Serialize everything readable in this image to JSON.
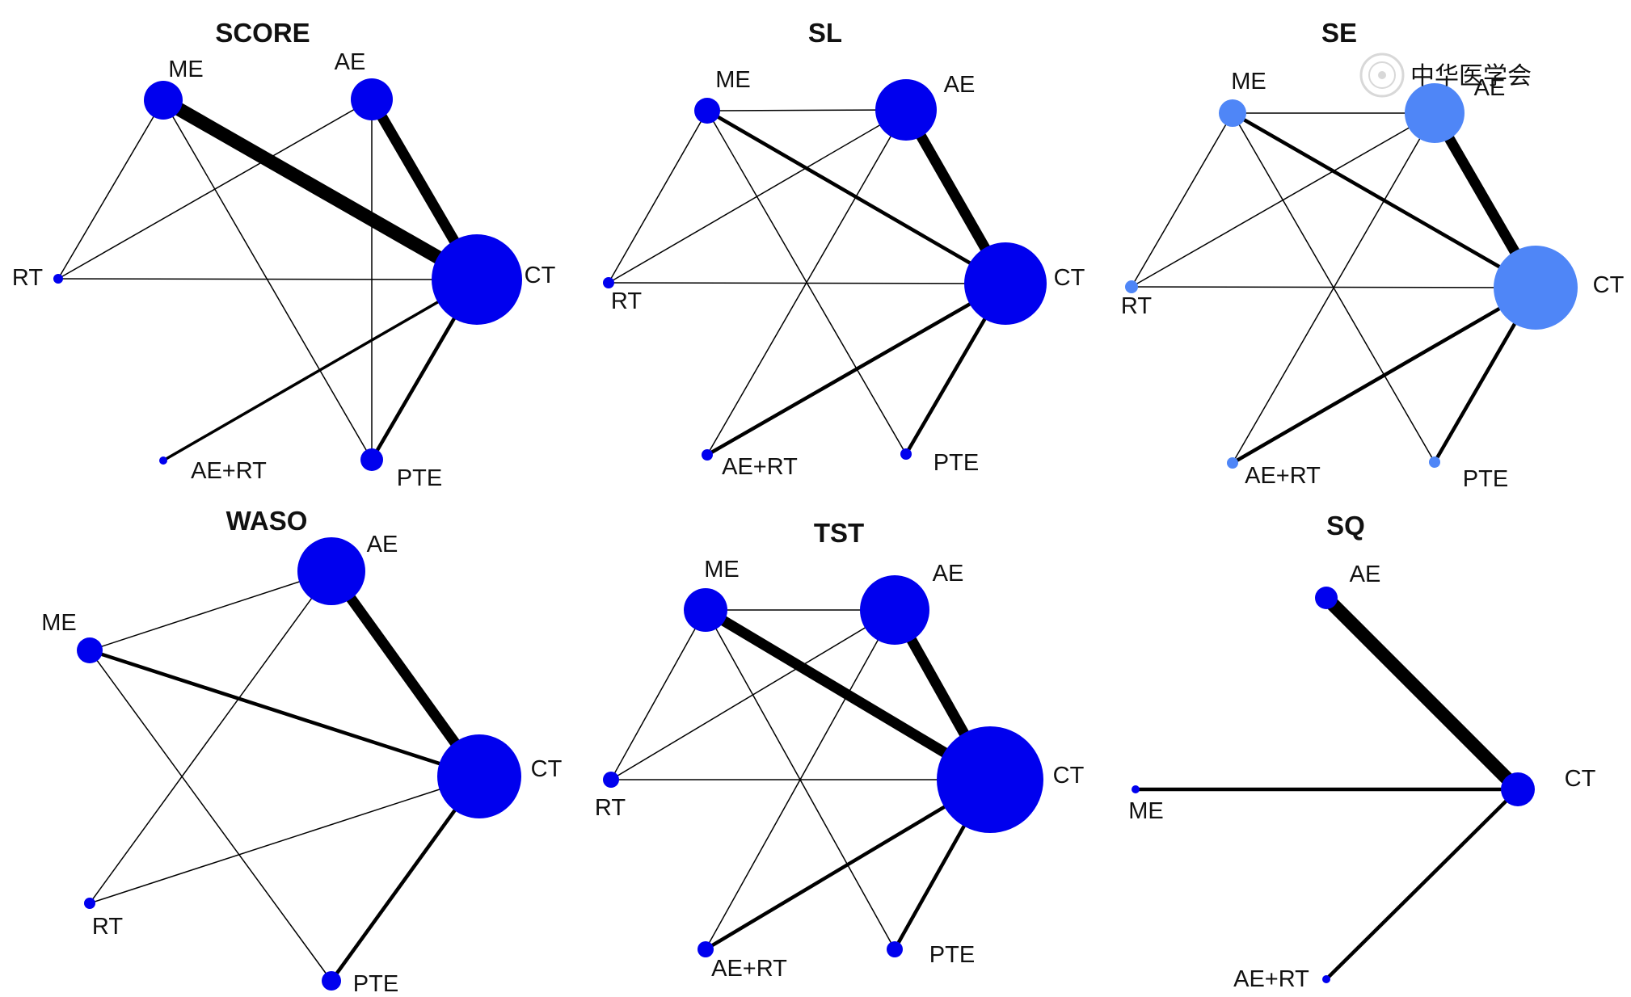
{
  "colors": {
    "dark_node": "#0000ee",
    "light_node": "#4f86f7",
    "edge": "#000000",
    "watermark": "#d8d8d8"
  },
  "watermark": {
    "text": "中华医学会",
    "icon": "seal-icon"
  },
  "panels": [
    {
      "id": "score",
      "title": "SCORE",
      "node_color": "dark",
      "nodes": [
        {
          "name": "ME",
          "label": "ME"
        },
        {
          "name": "AE",
          "label": "AE"
        },
        {
          "name": "RT",
          "label": "RT"
        },
        {
          "name": "CT",
          "label": "CT"
        },
        {
          "name": "AE+RT",
          "label": "AE+RT"
        },
        {
          "name": "PTE",
          "label": "PTE"
        }
      ],
      "edges": [
        {
          "from": "ME",
          "to": "CT",
          "weight": "very thick"
        },
        {
          "from": "AE",
          "to": "CT",
          "weight": "thick"
        },
        {
          "from": "PTE",
          "to": "CT",
          "weight": "medium"
        },
        {
          "from": "AE+RT",
          "to": "CT",
          "weight": "thin-medium"
        },
        {
          "from": "RT",
          "to": "CT",
          "weight": "thin"
        },
        {
          "from": "ME",
          "to": "RT",
          "weight": "thin"
        },
        {
          "from": "ME",
          "to": "PTE",
          "weight": "thin"
        },
        {
          "from": "AE",
          "to": "RT",
          "weight": "thin"
        },
        {
          "from": "AE",
          "to": "PTE",
          "weight": "thin"
        }
      ]
    },
    {
      "id": "sl",
      "title": "SL",
      "node_color": "dark",
      "nodes": [
        {
          "name": "ME",
          "label": "ME"
        },
        {
          "name": "AE",
          "label": "AE"
        },
        {
          "name": "RT",
          "label": "RT"
        },
        {
          "name": "CT",
          "label": "CT"
        },
        {
          "name": "AE+RT",
          "label": "AE+RT"
        },
        {
          "name": "PTE",
          "label": "PTE"
        }
      ],
      "edges": [
        {
          "from": "AE",
          "to": "CT",
          "weight": "thick"
        },
        {
          "from": "ME",
          "to": "CT",
          "weight": "medium"
        },
        {
          "from": "AE+RT",
          "to": "CT",
          "weight": "medium"
        },
        {
          "from": "PTE",
          "to": "CT",
          "weight": "medium"
        },
        {
          "from": "ME",
          "to": "AE",
          "weight": "thin"
        },
        {
          "from": "ME",
          "to": "RT",
          "weight": "thin"
        },
        {
          "from": "ME",
          "to": "PTE",
          "weight": "thin"
        },
        {
          "from": "AE",
          "to": "RT",
          "weight": "thin"
        },
        {
          "from": "AE",
          "to": "AE+RT",
          "weight": "thin"
        },
        {
          "from": "RT",
          "to": "CT",
          "weight": "thin"
        }
      ]
    },
    {
      "id": "se",
      "title": "SE",
      "node_color": "light",
      "nodes": [
        {
          "name": "ME",
          "label": "ME"
        },
        {
          "name": "AE",
          "label": "AE"
        },
        {
          "name": "RT",
          "label": "RT"
        },
        {
          "name": "CT",
          "label": "CT"
        },
        {
          "name": "AE+RT",
          "label": "AE+RT"
        },
        {
          "name": "PTE",
          "label": "PTE"
        }
      ],
      "edges": [
        {
          "from": "AE",
          "to": "CT",
          "weight": "thick"
        },
        {
          "from": "ME",
          "to": "CT",
          "weight": "medium"
        },
        {
          "from": "AE+RT",
          "to": "CT",
          "weight": "medium"
        },
        {
          "from": "PTE",
          "to": "CT",
          "weight": "medium"
        },
        {
          "from": "ME",
          "to": "AE",
          "weight": "thin"
        },
        {
          "from": "ME",
          "to": "RT",
          "weight": "thin"
        },
        {
          "from": "ME",
          "to": "PTE",
          "weight": "thin"
        },
        {
          "from": "AE",
          "to": "RT",
          "weight": "thin"
        },
        {
          "from": "AE",
          "to": "AE+RT",
          "weight": "thin"
        },
        {
          "from": "RT",
          "to": "CT",
          "weight": "thin"
        }
      ]
    },
    {
      "id": "waso",
      "title": "WASO",
      "node_color": "dark",
      "nodes": [
        {
          "name": "ME",
          "label": "ME"
        },
        {
          "name": "AE",
          "label": "AE"
        },
        {
          "name": "RT",
          "label": "RT"
        },
        {
          "name": "CT",
          "label": "CT"
        },
        {
          "name": "PTE",
          "label": "PTE"
        }
      ],
      "edges": [
        {
          "from": "AE",
          "to": "CT",
          "weight": "thick"
        },
        {
          "from": "ME",
          "to": "CT",
          "weight": "medium"
        },
        {
          "from": "PTE",
          "to": "CT",
          "weight": "medium"
        },
        {
          "from": "ME",
          "to": "AE",
          "weight": "thin"
        },
        {
          "from": "ME",
          "to": "PTE",
          "weight": "thin"
        },
        {
          "from": "AE",
          "to": "RT",
          "weight": "thin"
        },
        {
          "from": "RT",
          "to": "CT",
          "weight": "thin"
        }
      ]
    },
    {
      "id": "tst",
      "title": "TST",
      "node_color": "dark",
      "nodes": [
        {
          "name": "ME",
          "label": "ME"
        },
        {
          "name": "AE",
          "label": "AE"
        },
        {
          "name": "RT",
          "label": "RT"
        },
        {
          "name": "CT",
          "label": "CT"
        },
        {
          "name": "AE+RT",
          "label": "AE+RT"
        },
        {
          "name": "PTE",
          "label": "PTE"
        }
      ],
      "edges": [
        {
          "from": "AE",
          "to": "CT",
          "weight": "thick"
        },
        {
          "from": "ME",
          "to": "CT",
          "weight": "thick"
        },
        {
          "from": "AE+RT",
          "to": "CT",
          "weight": "medium"
        },
        {
          "from": "PTE",
          "to": "CT",
          "weight": "medium"
        },
        {
          "from": "ME",
          "to": "AE",
          "weight": "thin"
        },
        {
          "from": "ME",
          "to": "RT",
          "weight": "thin"
        },
        {
          "from": "ME",
          "to": "PTE",
          "weight": "thin"
        },
        {
          "from": "AE",
          "to": "RT",
          "weight": "thin"
        },
        {
          "from": "AE",
          "to": "AE+RT",
          "weight": "thin"
        },
        {
          "from": "RT",
          "to": "CT",
          "weight": "thin"
        }
      ]
    },
    {
      "id": "sq",
      "title": "SQ",
      "node_color": "dark",
      "nodes": [
        {
          "name": "AE",
          "label": "AE"
        },
        {
          "name": "CT",
          "label": "CT"
        },
        {
          "name": "ME",
          "label": "ME"
        },
        {
          "name": "AE+RT",
          "label": "AE+RT"
        }
      ],
      "edges": [
        {
          "from": "AE",
          "to": "CT",
          "weight": "very thick"
        },
        {
          "from": "ME",
          "to": "CT",
          "weight": "medium"
        },
        {
          "from": "AE+RT",
          "to": "CT",
          "weight": "medium"
        }
      ]
    }
  ]
}
